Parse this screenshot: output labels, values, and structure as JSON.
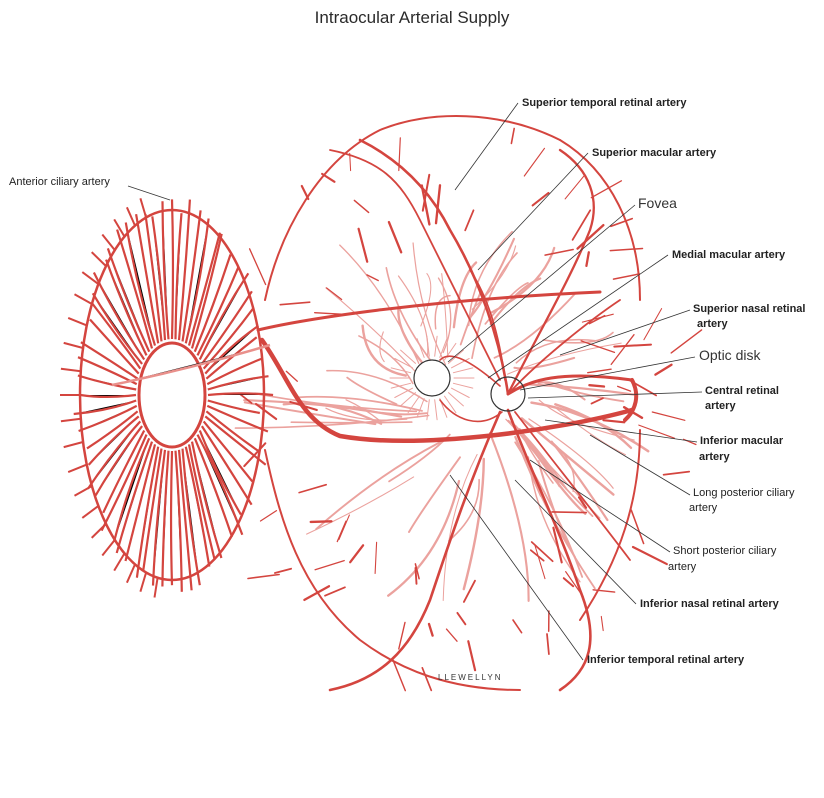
{
  "title": "Intraocular Arterial Supply",
  "signature": "LLEWELLYN",
  "colors": {
    "artery": "#d4453f",
    "artery_light": "#e9908b",
    "leader": "#333333"
  },
  "labels": {
    "anterior_ciliary": "Anterior ciliary artery",
    "superior_temporal": "Superior temporal retinal artery",
    "superior_macular": "Superior macular artery",
    "fovea": "Fovea",
    "medial_macular": "Medial macular artery",
    "superior_nasal_1": "Superior nasal retinal",
    "superior_nasal_2": "artery",
    "optic_disk": "Optic disk",
    "central_retinal_1": "Central retinal",
    "central_retinal_2": "artery",
    "inferior_macular_1": "Inferior macular",
    "inferior_macular_2": "artery",
    "long_posterior_1": "Long posterior ciliary",
    "long_posterior_2": "artery",
    "short_posterior_1": "Short posterior ciliary",
    "short_posterior_2": "artery",
    "inferior_nasal": "Inferior nasal retinal artery",
    "inferior_temporal": "Inferior temporal retinal artery"
  }
}
